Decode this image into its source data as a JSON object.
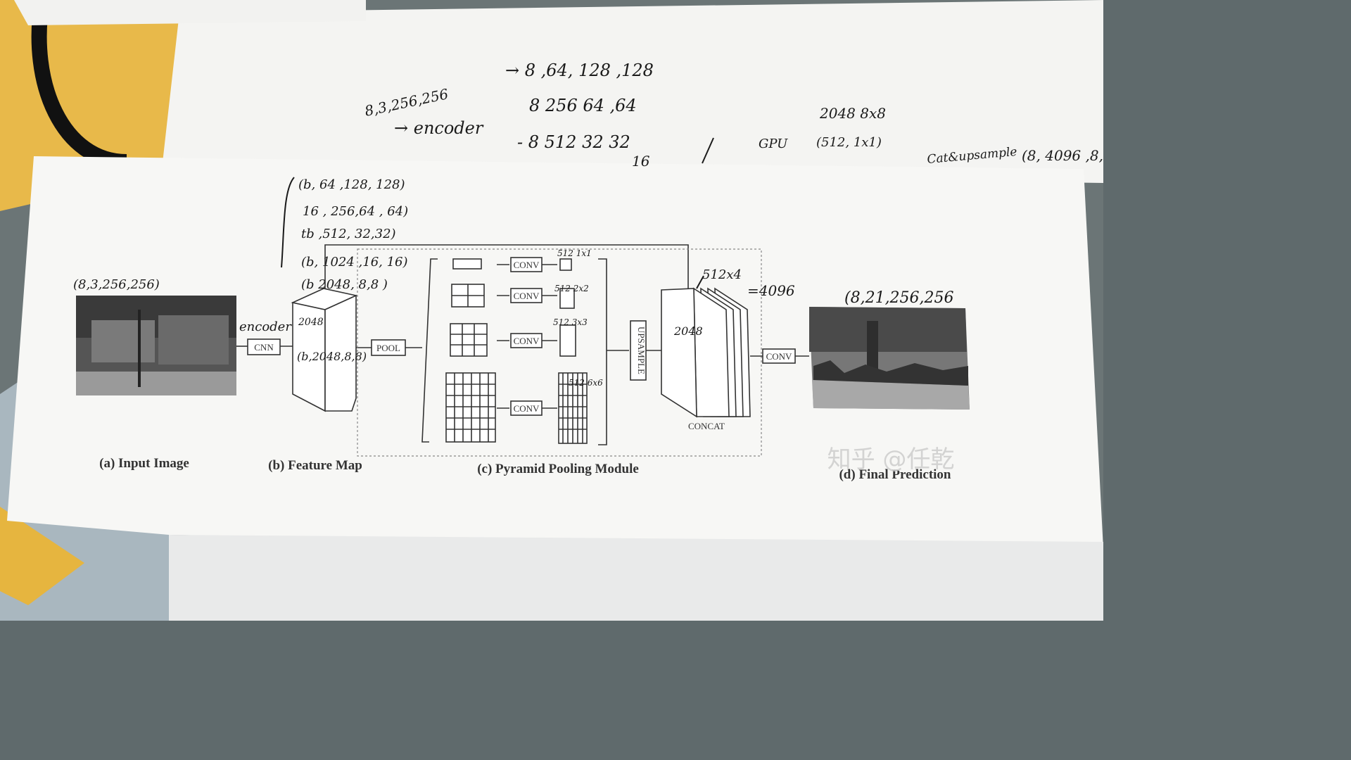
{
  "notes_top": {
    "input_shape": "8,3,256,256",
    "encoder_arrow": "→ encoder",
    "encoder_out_1": "→ 8 ,64, 128 ,128",
    "encoder_out_2": "8  256  64 ,64",
    "encoder_out_3": "- 8  512  32  32",
    "encoder_out_4": "16",
    "gpu_note": "GPU",
    "pool_size": "2048 8x8",
    "conv_note": "(512, 1x1)",
    "cat_note": "Cat&upsample",
    "cat_shape": "(8, 4096 ,8,"
  },
  "notes_figure": {
    "encoder_shapes": [
      "(b, 64 ,128, 128)",
      "16 , 256,64 , 64)",
      "tb ,512, 32,32)",
      "(b, 1024 ,16, 16)",
      "(b 2048, 8,8 )"
    ],
    "input_shape": "(8,3,256,256)",
    "encoder_label": "encoder",
    "feature_note": "(b,2048,8,8)",
    "branch_1x1": "512 1x1",
    "branch_2x2": "512 2x2",
    "branch_3x3": "512 3x3",
    "branch_6x6": "512 6x6",
    "concat_channels": "512x4",
    "concat_total": "=4096",
    "concat_2048": "2048",
    "output_shape": "(8,21,256,256"
  },
  "figure": {
    "cnn_label": "CNN",
    "pool_label": "POOL",
    "conv_label": "CONV",
    "upsample_label": "UPSAMPLE",
    "concat_label": "CONCAT",
    "caption_a": "(a) Input Image",
    "caption_b": "(b) Feature Map",
    "caption_c": "(c) Pyramid Pooling Module",
    "caption_d": "(d) Final Prediction"
  },
  "watermark": "知乎 @任乾"
}
